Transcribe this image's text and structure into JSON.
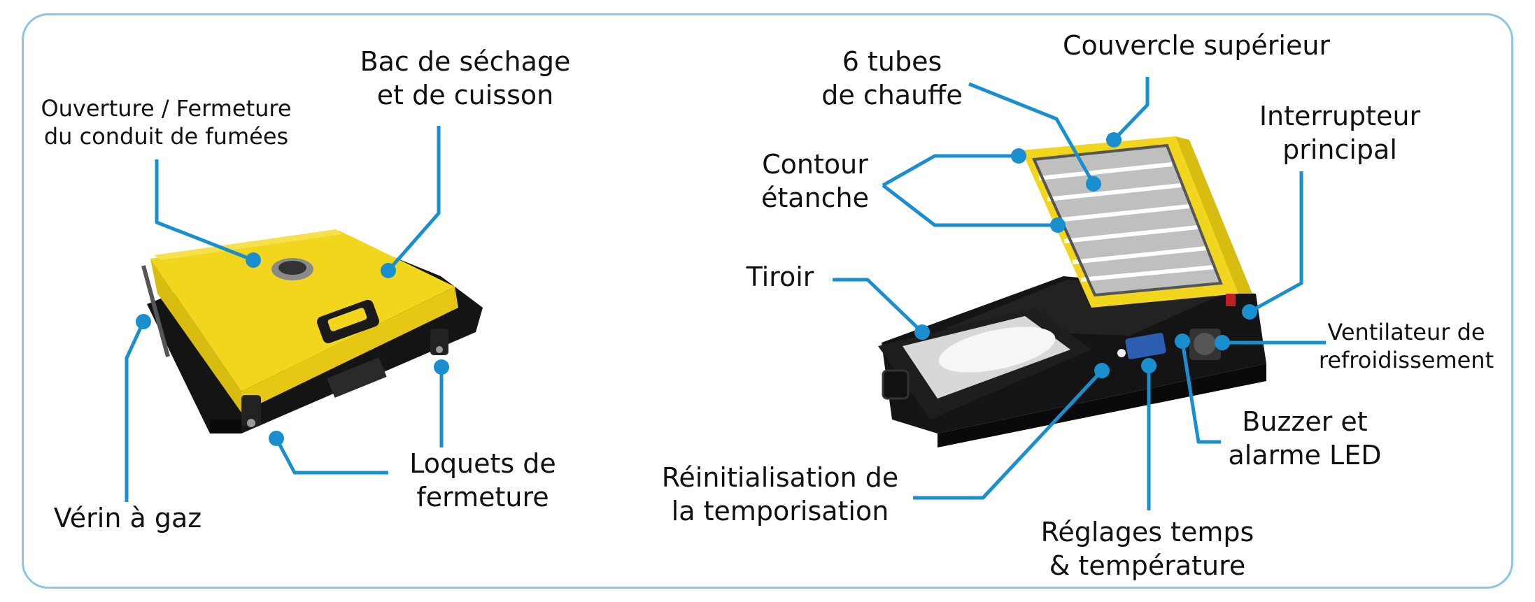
{
  "colors": {
    "leader": "#1a8fd0",
    "frame": "#8cc6e3",
    "body_yellow": "#f2d51d",
    "body_black": "#141414"
  },
  "labels": {
    "ouverture": [
      "Ouverture / Fermeture",
      "du conduit de fumées"
    ],
    "bac": [
      "Bac de séchage",
      "et de cuisson"
    ],
    "verin": [
      "Vérin à gaz"
    ],
    "loquets": [
      "Loquets de",
      "fermeture"
    ],
    "tubes": [
      "6 tubes",
      "de chauffe"
    ],
    "couvercle": [
      "Couvercle supérieur"
    ],
    "interrupteur": [
      "Interrupteur",
      "principal"
    ],
    "contour": [
      "Contour",
      "étanche"
    ],
    "tiroir": [
      "Tiroir"
    ],
    "ventilateur": [
      "Ventilateur de",
      "refroidissement"
    ],
    "buzzer": [
      "Buzzer et",
      "alarme LED"
    ],
    "reinit": [
      "Réinitialisation de",
      "la temporisation"
    ],
    "reglages": [
      "Réglages temps",
      "& température"
    ]
  }
}
